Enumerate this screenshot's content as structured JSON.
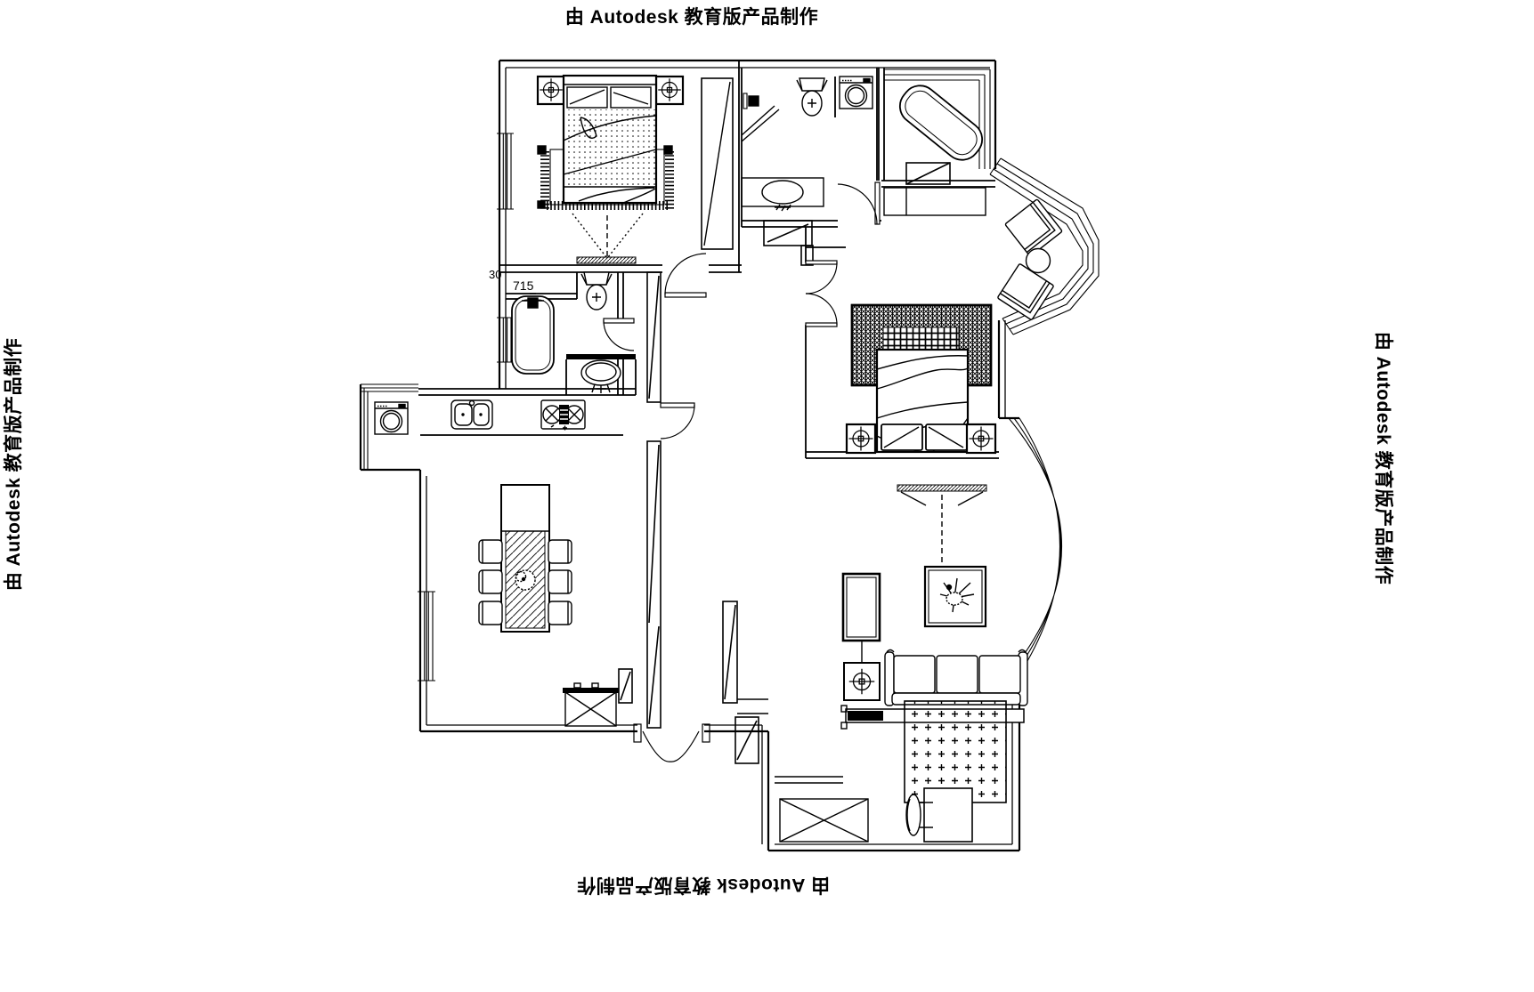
{
  "watermarks": {
    "top": "由 Autodesk 教育版产品制作",
    "bottom": "由 Autodesk 教育版产品制作",
    "left": "由 Autodesk 教育版产品制作",
    "right": "由 Autodesk 教育版产品制作"
  },
  "dimension_labels": {
    "dim_30": "30",
    "dim_715": "715"
  },
  "colors": {
    "line": "#000000",
    "background": "#ffffff"
  }
}
